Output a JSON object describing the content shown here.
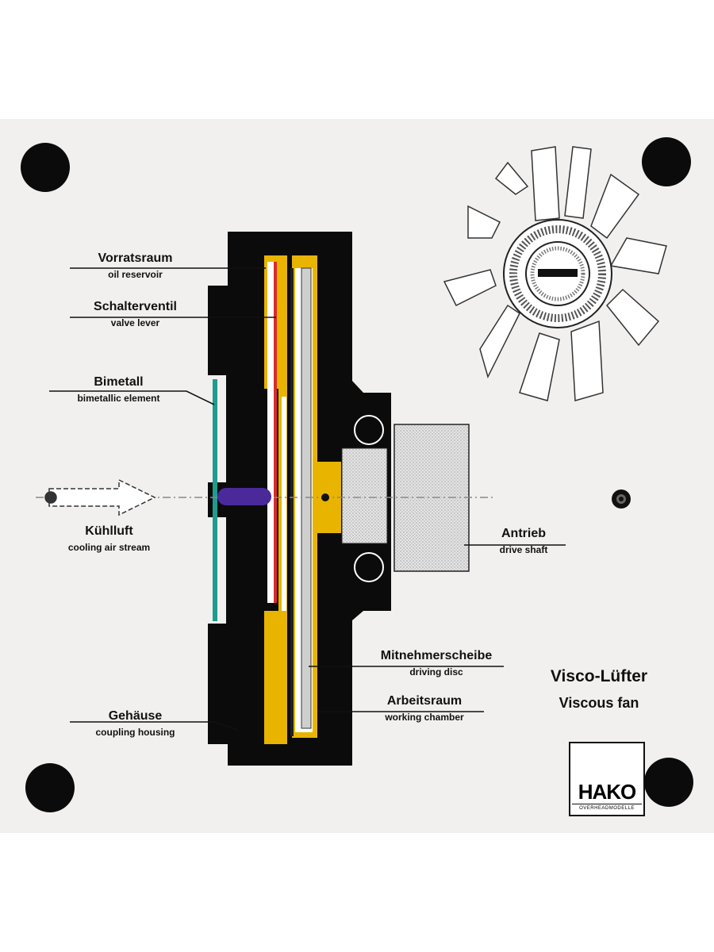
{
  "title": "Visco-Lüfter",
  "subtitle": "Viscous fan",
  "logo": {
    "word": "HAKO",
    "tagline": "OVERHEADMODELLE"
  },
  "labels": {
    "oil_reservoir": {
      "de": "Vorratsraum",
      "en": "oil reservoir"
    },
    "valve_lever": {
      "de": "Schalterventil",
      "en": "valve lever"
    },
    "bimetal": {
      "de": "Bimetall",
      "en": "bimetallic element"
    },
    "cooling_air": {
      "de": "Kühlluft",
      "en": "cooling air stream"
    },
    "housing": {
      "de": "Gehäuse",
      "en": "coupling housing"
    },
    "drive_shaft": {
      "de": "Antrieb",
      "en": "drive shaft"
    },
    "driving_disc": {
      "de": "Mitnehmerscheibe",
      "en": "driving disc"
    },
    "working_chamber": {
      "de": "Arbeitsraum",
      "en": "working chamber"
    }
  },
  "colors": {
    "panel": "#f2f0ef",
    "housing": "#0b0b0b",
    "oil": "#e8b400",
    "valve": "#d92b2b",
    "bimetal": "#1f9c8f",
    "pin": "#4a2a9a",
    "bearing_block": "#d8d8d8"
  }
}
